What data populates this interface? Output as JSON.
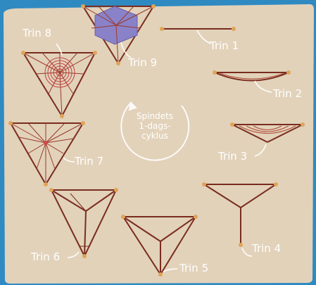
{
  "center_label": [
    "Spindets",
    "1-dags-",
    "cyklus"
  ],
  "steps": [
    {
      "label": "Trin 1"
    },
    {
      "label": "Trin 2"
    },
    {
      "label": "Trin 3"
    },
    {
      "label": "Trin 4"
    },
    {
      "label": "Trin 5"
    },
    {
      "label": "Trin 6"
    },
    {
      "label": "Trin 7"
    },
    {
      "label": "Trin 8"
    },
    {
      "label": "Trin 9"
    }
  ],
  "colors": {
    "background_card": "#e2d2ba",
    "thread": "#7a2c1e",
    "thread_light": "#b04a38",
    "anchor": "#e0a458",
    "web_fill": "#8a82c9",
    "label_text": "#ffffff",
    "outer": "#2f8ac2"
  }
}
